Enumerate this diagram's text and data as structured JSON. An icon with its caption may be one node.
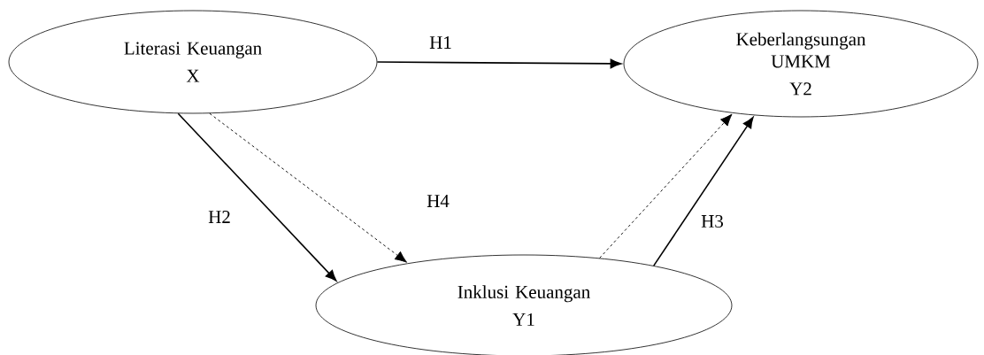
{
  "diagram": {
    "nodes": [
      {
        "text": [
          "Literasi Keuangan",
          "X"
        ]
      },
      {
        "text": [
          "Keberlangsungan UMKM",
          "Y2"
        ]
      },
      {
        "text": [
          "Inklusi Keuangan",
          "Y1"
        ]
      }
    ],
    "edges": [
      {
        "from": 0,
        "to": 1,
        "arrow": "to",
        "label": "H1"
      },
      {
        "from": 0,
        "to": 2,
        "arrow": "to",
        "label": "H2"
      },
      {
        "from": 0,
        "to": 2,
        "arrow": "to",
        "style": "dashed"
      },
      {
        "from": 2,
        "to": 1,
        "arrow": "to",
        "style": "dashed"
      },
      {
        "from": 2,
        "to": 1,
        "arrow": "to",
        "label": "H3"
      }
    ],
    "labels": [
      "H4"
    ]
  }
}
